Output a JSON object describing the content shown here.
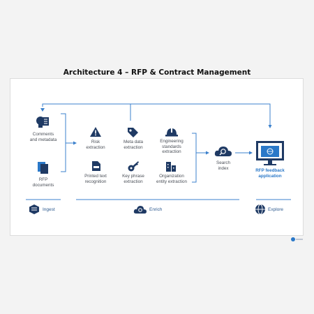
{
  "title": "Architecture 4 – RFP & Contract Management",
  "colors": {
    "navy": "#1f3a64",
    "blue": "#2a78c8",
    "text": "#4a4f57",
    "line": "#3b80cc"
  },
  "inputs": {
    "comments": "Comments\nand metadata",
    "rfp_docs": "RFP\ndocuments"
  },
  "enrich": {
    "risk": "Risk\nextraction",
    "meta": "Meta data\nextraction",
    "engineering": "Engineering\nstandards\nextraction",
    "printed": "Printed text\nrecognition",
    "keyphrase": "Key phrase\nextraction",
    "org": "Organization\nentity extraction"
  },
  "search": "Search\nindex",
  "app": "RFP feedback\napplication",
  "phases": {
    "ingest": "Ingest",
    "enrich": "Enrich",
    "explore": "Explore"
  },
  "icons": {
    "comments": "lightbulb-document-icon",
    "rfp": "documents-icon",
    "risk": "warning-icon",
    "meta": "tag-icon",
    "engineering": "hardhat-icon",
    "printed": "scan-document-icon",
    "keyphrase": "key-icon",
    "org": "building-icon",
    "search": "cloud-search-icon",
    "app": "monitor-icon",
    "ingest": "ingest-icon",
    "enrich": "cloud-search-icon",
    "explore": "globe-icon"
  }
}
